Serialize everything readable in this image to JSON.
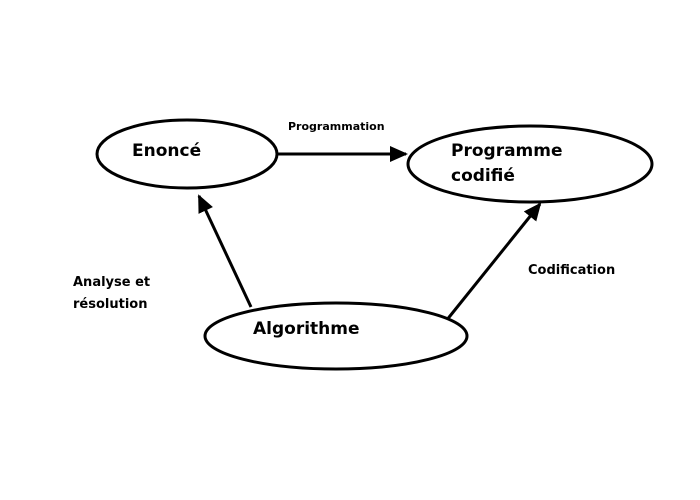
{
  "nodes": {
    "enonce": {
      "label": "Enoncé"
    },
    "programme": {
      "label_line1": "Programme",
      "label_line2": "codifié"
    },
    "algorithme": {
      "label": "Algorithme"
    }
  },
  "edges": {
    "programmation": {
      "label": "Programmation"
    },
    "analyse": {
      "label_line1": "Analyse et",
      "label_line2": "résolution"
    },
    "codification": {
      "label": "Codification"
    }
  }
}
